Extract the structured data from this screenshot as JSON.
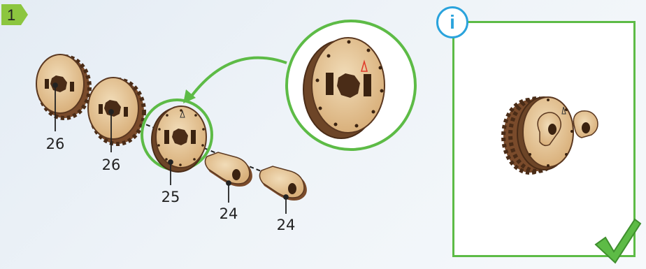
{
  "step": {
    "number": "1"
  },
  "parts": [
    {
      "id": "gear-1",
      "label": "26"
    },
    {
      "id": "gear-2",
      "label": "26"
    },
    {
      "id": "disc",
      "label": "25"
    },
    {
      "id": "lever-1",
      "label": "24"
    },
    {
      "id": "lever-2",
      "label": "24"
    }
  ],
  "info": {
    "icon_glyph": "i"
  },
  "colors": {
    "wood_face": "#e6c79a",
    "wood_edge": "#8a5a35",
    "wood_dark": "#5b3820",
    "highlight": "#5dbb46",
    "info_blue": "#2aa3dc",
    "marker_red": "#e03a2a"
  },
  "icons": [
    "step-arrow-icon",
    "info-icon",
    "check-icon",
    "callout-arrow-icon"
  ]
}
